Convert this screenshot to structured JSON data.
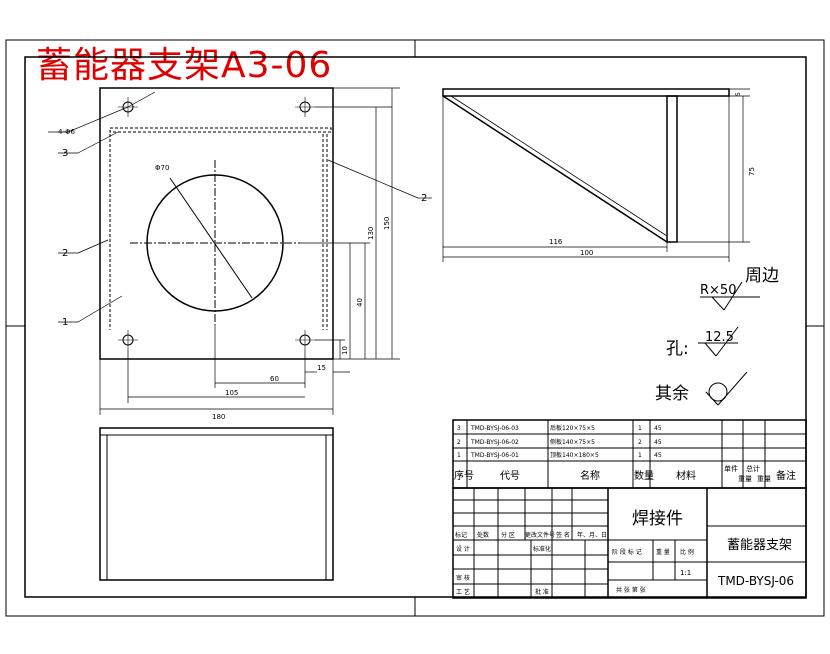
{
  "title": "蓄能器支架A3-06",
  "dimensions": {
    "holes": "4-Φ6",
    "circle": "Φ70",
    "w180": "180",
    "w105": "105",
    "w60": "60",
    "h130": "130",
    "h150": "150",
    "h40": "40",
    "h15": "15",
    "h10": "10",
    "side116": "116",
    "side100": "100",
    "side75": "75",
    "side5": "5"
  },
  "callouts": [
    "1",
    "2",
    "3",
    "2"
  ],
  "finish": {
    "ra50": "R×50",
    "perimeter": "周边",
    "hole_label": "孔:",
    "ra125": "12.5",
    "rest_label": "其余"
  },
  "parts_list": {
    "rows": [
      {
        "no": "3",
        "code": "TMD-BYSJ-06-03",
        "name": "后板120×75×5",
        "qty": "1",
        "material": "45"
      },
      {
        "no": "2",
        "code": "TMD-BYSJ-06-02",
        "name": "侧板140×75×5",
        "qty": "2",
        "material": "45"
      },
      {
        "no": "1",
        "code": "TMD-BYSJ-06-01",
        "name": "顶板140×180×5",
        "qty": "1",
        "material": "45"
      }
    ],
    "header": {
      "no": "序号",
      "code": "代号",
      "name": "名称",
      "qty": "数量",
      "material": "材料",
      "unit_line1": "单件",
      "unit_line2": "重量",
      "total_line1": "总计",
      "total_line2": "重量",
      "remark": "备注"
    }
  },
  "title_block": {
    "category": "焊接件",
    "part_name": "蓄能器支架",
    "drawing_no": "TMD-BYSJ-06",
    "scale": "1:1",
    "sheets": "共 张  第 张",
    "rev_row": [
      "标记",
      "处数",
      "分 区",
      "更改文件号",
      "签 名",
      "年、月、日"
    ],
    "roles": [
      "设 计",
      "标准化",
      "审 核",
      "工 艺",
      "批 准"
    ],
    "stage_row": [
      "阶 段 标 记",
      "重 量",
      "比 例"
    ]
  }
}
